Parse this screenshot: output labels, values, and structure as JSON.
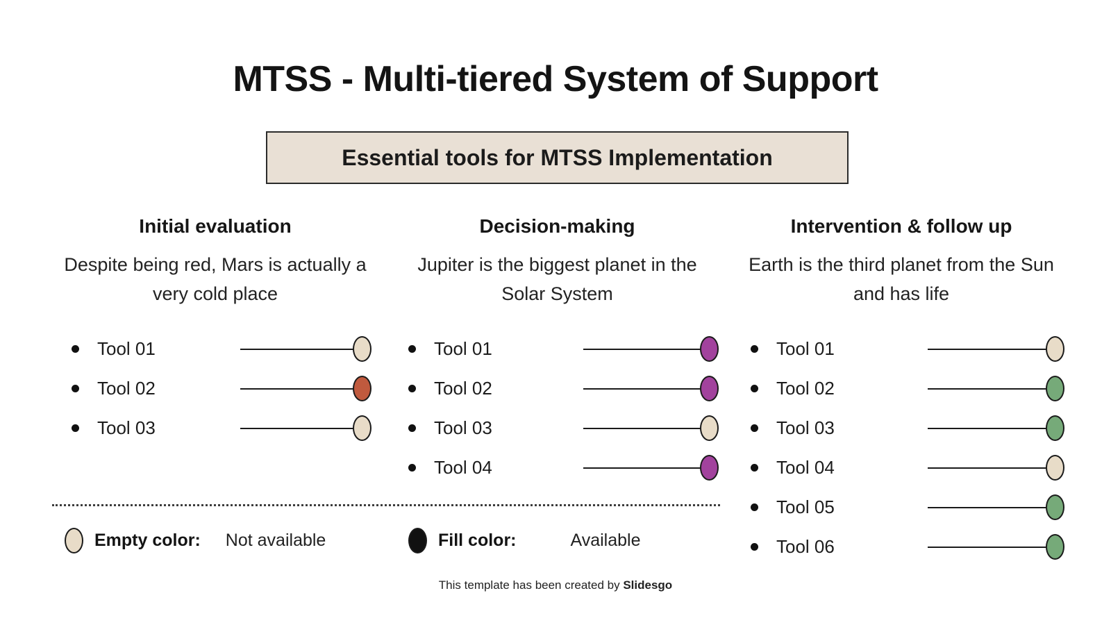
{
  "title": "MTSS - Multi-tiered System of Support",
  "subtitle": "Essential tools for MTSS Implementation",
  "colors": {
    "outline": "#1b1b1b",
    "box_bg": "#e9e0d5",
    "fill_colors": {
      "empty": "#e8dcc8",
      "red": "#c05a3e",
      "purple": "#a2429d",
      "green": "#76aa79",
      "black": "#111111"
    }
  },
  "columns": [
    {
      "heading": "Initial evaluation",
      "description": "Despite being red, Mars is actually a very cold place",
      "tools": [
        {
          "label": "Tool 01",
          "fill": "empty"
        },
        {
          "label": "Tool 02",
          "fill": "red"
        },
        {
          "label": "Tool 03",
          "fill": "empty"
        }
      ]
    },
    {
      "heading": "Decision-making",
      "description": "Jupiter is the biggest planet in the Solar System",
      "tools": [
        {
          "label": "Tool 01",
          "fill": "purple"
        },
        {
          "label": "Tool 02",
          "fill": "purple"
        },
        {
          "label": "Tool 03",
          "fill": "empty"
        },
        {
          "label": "Tool 04",
          "fill": "purple"
        }
      ]
    },
    {
      "heading": "Intervention & follow up",
      "description": "Earth is the third planet from the Sun and has life",
      "tools": [
        {
          "label": "Tool 01",
          "fill": "empty"
        },
        {
          "label": "Tool 02",
          "fill": "green"
        },
        {
          "label": "Tool 03",
          "fill": "green"
        },
        {
          "label": "Tool 04",
          "fill": "empty"
        },
        {
          "label": "Tool 05",
          "fill": "green"
        },
        {
          "label": "Tool 06",
          "fill": "green"
        }
      ]
    }
  ],
  "legend": {
    "empty_label": "Empty color:",
    "empty_value": "Not available",
    "fill_label": "Fill color:",
    "fill_value": "Available"
  },
  "footer": {
    "prefix": "This template has been created by ",
    "brand": "Slidesgo"
  }
}
